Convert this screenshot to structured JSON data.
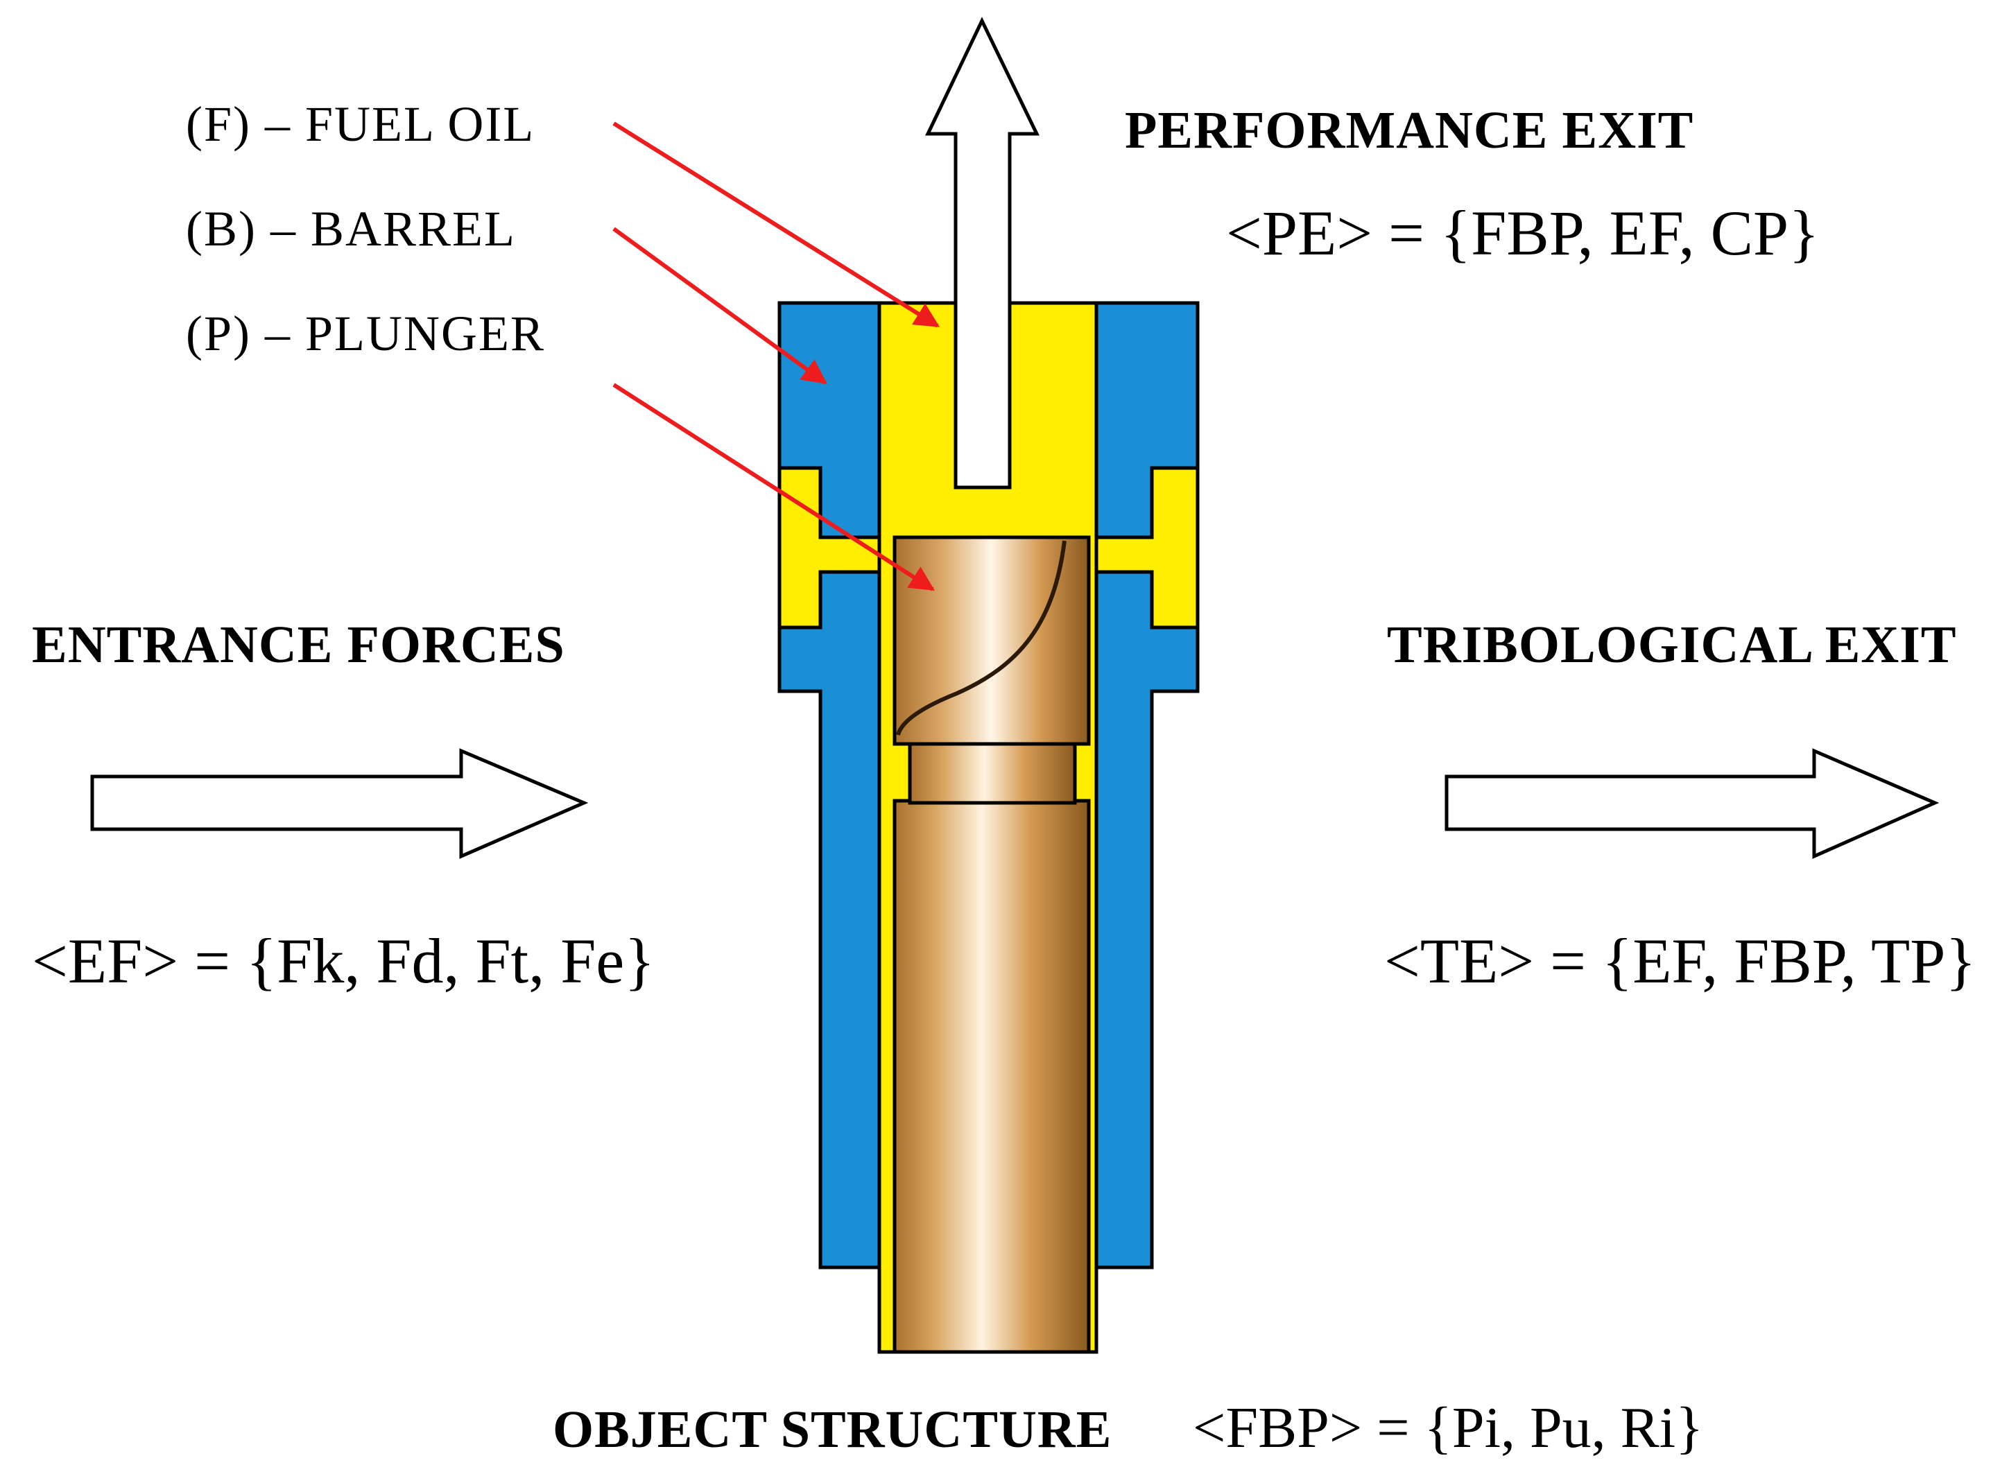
{
  "legend": {
    "fuel_oil": "(F) – FUEL OIL",
    "barrel": "(B) – BARREL",
    "plunger": "(P) – PLUNGER"
  },
  "performance_exit": {
    "title": "PERFORMANCE EXIT",
    "formula": "<PE> = {FBP, EF, CP}"
  },
  "entrance_forces": {
    "title": "ENTRANCE FORCES",
    "formula": "<EF> = {Fk, Fd, Ft, Fe}"
  },
  "tribological_exit": {
    "title": "TRIBOLOGICAL EXIT",
    "formula": "<TE> = {EF, FBP, TP}"
  },
  "object_structure": {
    "title": "OBJECT STRUCTURE",
    "formula": "<FBP> = {Pi, Pu, Ri}"
  },
  "colors": {
    "barrel": "#1a8fd6",
    "fuel_oil": "#ffee00",
    "plunger_gold": "#c9924a",
    "pointer_arrow": "#ee1c1c",
    "outline": "#000000"
  }
}
